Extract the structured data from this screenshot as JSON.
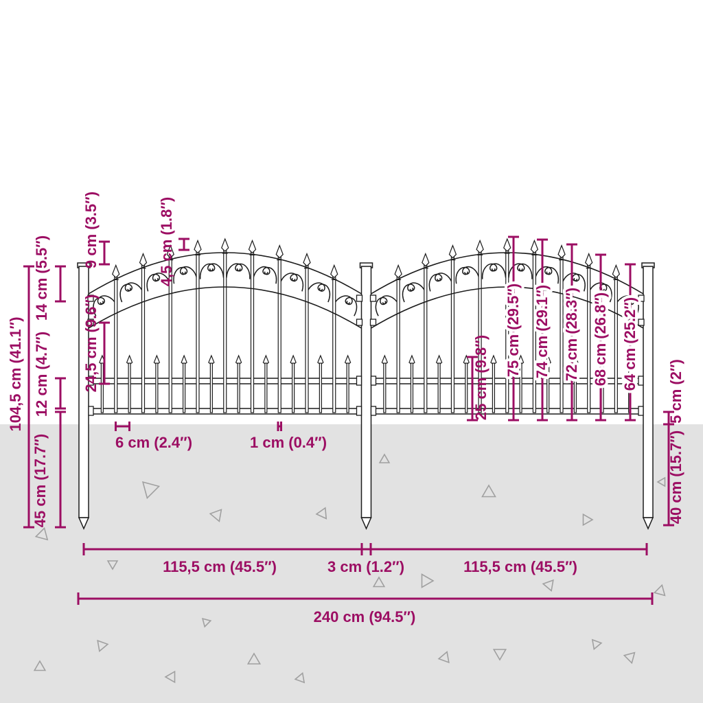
{
  "diagram": {
    "type": "product-dimension-diagram",
    "subject": "garden fence with spear top",
    "colors": {
      "accent": "#9C0E63",
      "ink": "#1c1c1c",
      "ground": "#e2e2e2",
      "triangle": "#a0a0a0",
      "background": "#ffffff"
    },
    "dimensions": {
      "height_total": "104,5 cm (41.1″)",
      "post_below_rail": "45 cm (17.7″)",
      "finial_to_post_top": "9 cm (3.5″)",
      "arch_band_height": "14 cm (5.5″)",
      "rail_gap": "12 cm (4.7″)",
      "band_to_rail": "24,5 cm (9.6″)",
      "spear_tip_height": "4,5 cm (1.8″)",
      "short_picket_height": "25 cm (9.8″)",
      "picket_height_75": "75 cm (29.5″)",
      "picket_height_74": "74 cm (29.1″)",
      "picket_height_72": "72 cm (28.3″)",
      "picket_height_68": "68 cm (26.8″)",
      "post_height_above_ground": "64 cm (25.2″)",
      "rail_to_ground": "5 cm (2″)",
      "spike_below_ground": "40 cm (15.7″)",
      "picket_spacing": "6 cm (2.4″)",
      "picket_width": "1 cm (0.4″)",
      "panel_width_left": "115,5 cm (45.5″)",
      "post_width": "3 cm (1.2″)",
      "panel_width_right": "115,5 cm (45.5″)",
      "width_total": "240 cm (94.5″)"
    }
  }
}
